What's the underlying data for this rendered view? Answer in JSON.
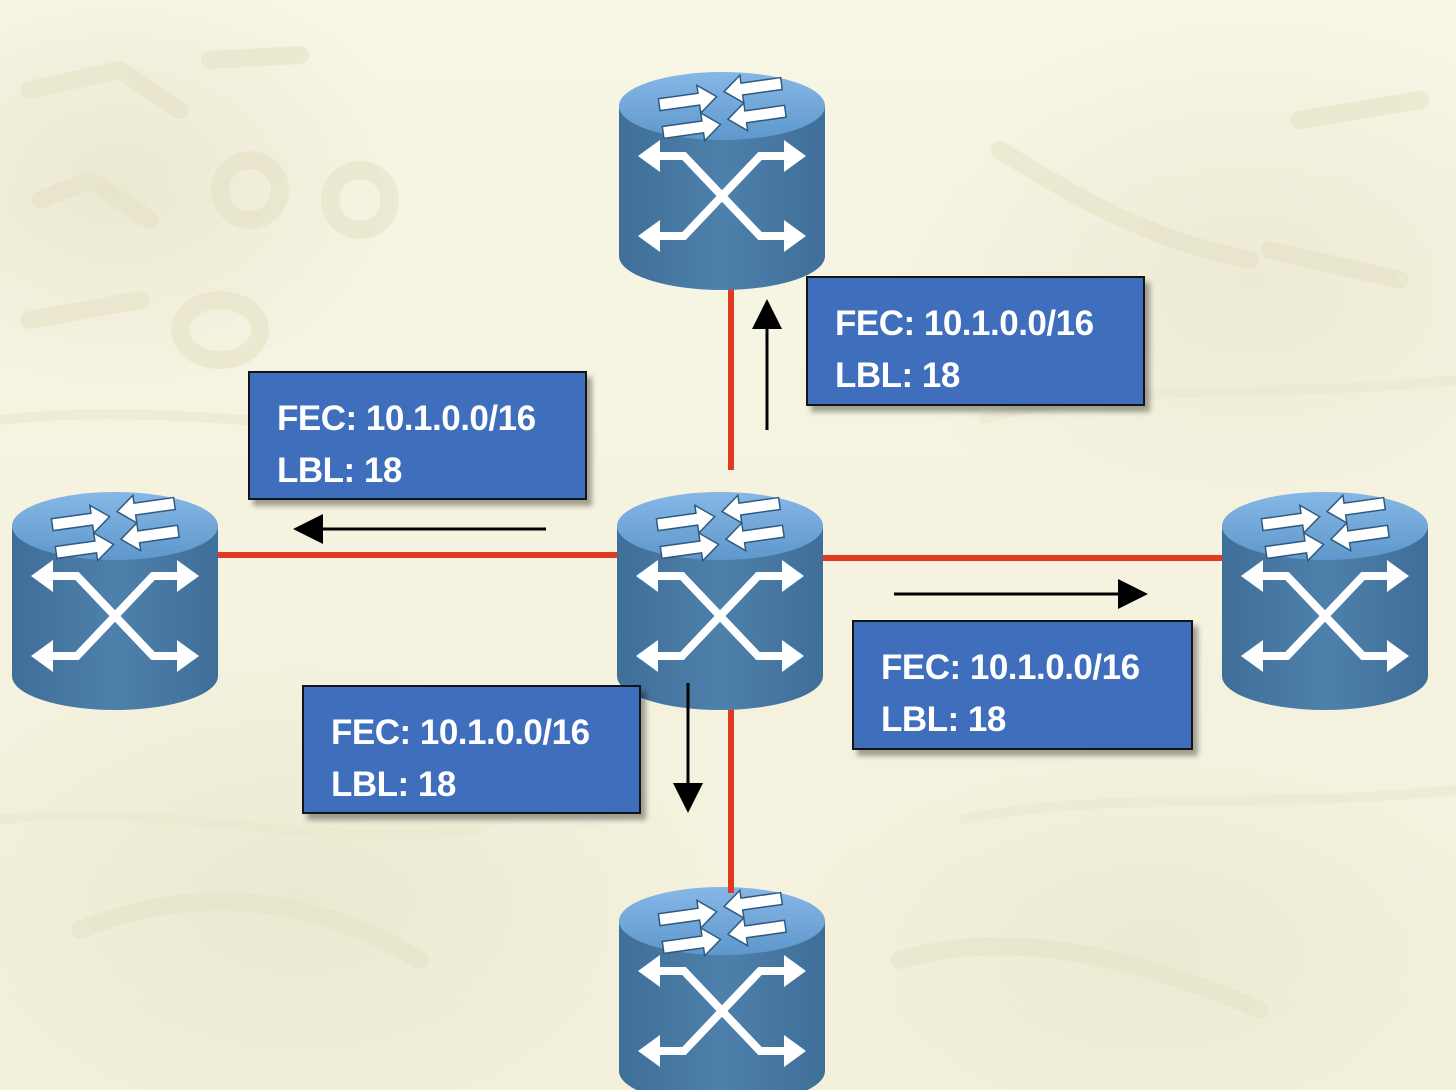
{
  "colors": {
    "background": "#f6f4e2",
    "link": "#e03a22",
    "router_body": "#4a7da8",
    "router_top": "#6ea3d6",
    "label_fill": "#3f6ebc",
    "label_text": "#ffffff",
    "arrow": "#000000"
  },
  "routers": [
    {
      "name": "router-top",
      "icon": "router-icon"
    },
    {
      "name": "router-left",
      "icon": "router-icon"
    },
    {
      "name": "router-center",
      "icon": "router-icon"
    },
    {
      "name": "router-right",
      "icon": "router-icon"
    },
    {
      "name": "router-bottom",
      "icon": "router-icon"
    }
  ],
  "labels": {
    "top": {
      "fec": "FEC: 10.1.0.0/16",
      "lbl": "LBL: 18"
    },
    "left": {
      "fec": "FEC: 10.1.0.0/16",
      "lbl": "LBL: 18"
    },
    "right": {
      "fec": "FEC: 10.1.0.0/16",
      "lbl": "LBL: 18"
    },
    "bottom": {
      "fec": "FEC: 10.1.0.0/16",
      "lbl": "LBL: 18"
    }
  }
}
